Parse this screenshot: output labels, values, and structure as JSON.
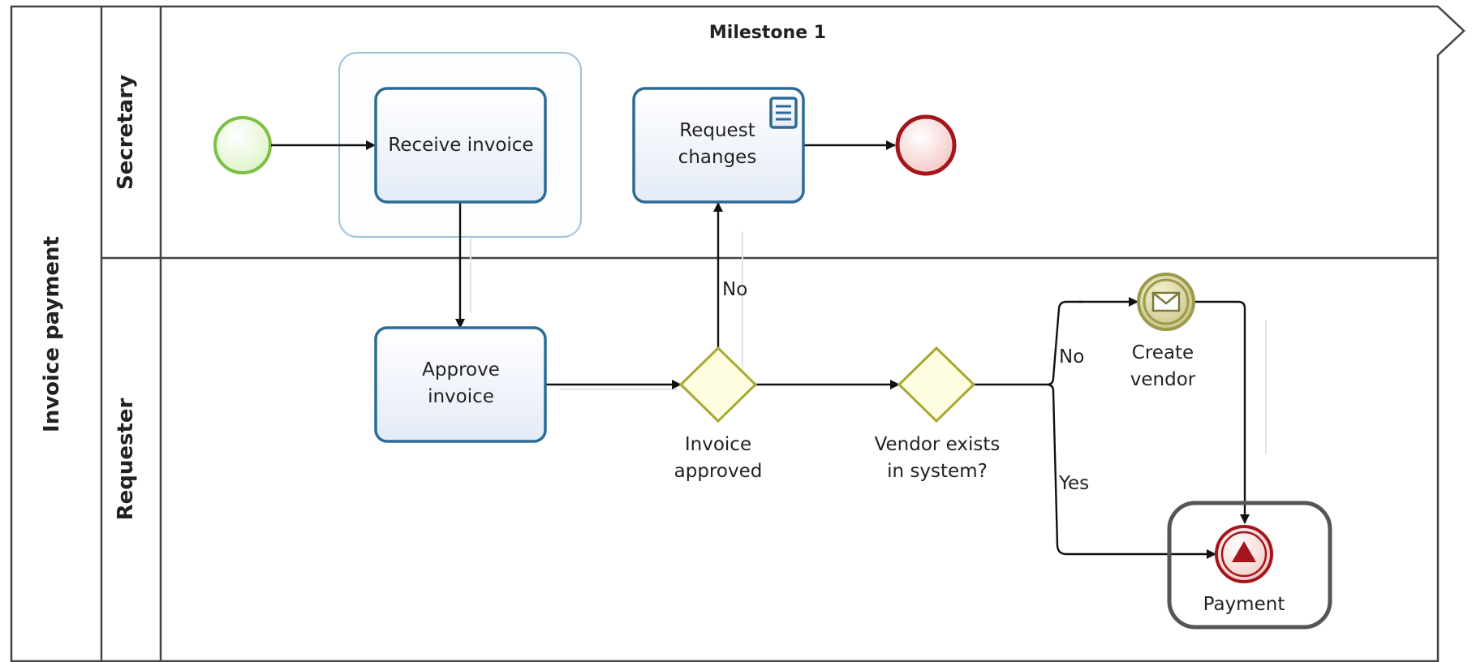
{
  "pool": {
    "label": "Invoice payment"
  },
  "milestone": {
    "label": "Milestone 1"
  },
  "lanes": {
    "secretary": "Secretary",
    "requester": "Requester"
  },
  "tasks": {
    "receive_invoice": "Receive invoice",
    "request_changes": [
      "Request",
      "changes"
    ],
    "approve_invoice": [
      "Approve",
      "invoice"
    ]
  },
  "gateways": {
    "invoice_approved": [
      "Invoice",
      "approved"
    ],
    "vendor_exists": [
      "Vendor exists",
      "in system?"
    ]
  },
  "events": {
    "create_vendor": [
      "Create",
      "vendor"
    ],
    "payment": "Payment"
  },
  "flow_labels": {
    "no_up": "No",
    "no_right": "No",
    "yes": "Yes"
  },
  "colors": {
    "task_border": "#2d6a95",
    "start_event": "#7bc043",
    "end_event": "#a4161a",
    "gateway_fill": "#fffde0",
    "gateway_border": "#a8a830",
    "message_event": "#9c9a4a"
  },
  "icons": {
    "request_changes": "form-icon",
    "create_vendor": "envelope-icon",
    "payment": "triangle-signal-icon"
  }
}
